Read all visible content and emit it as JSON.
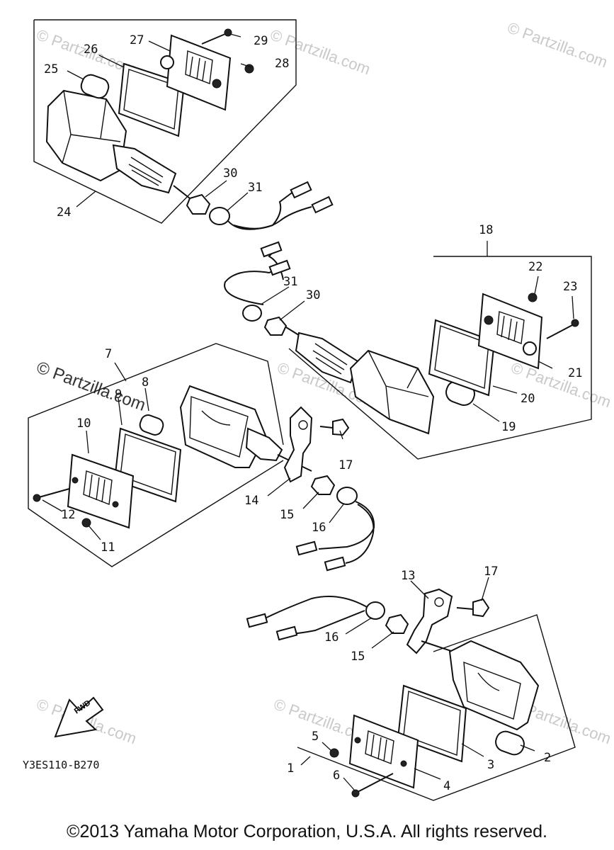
{
  "diagram": {
    "code": "Y3ES110-B270",
    "fwd_label": "FWD",
    "watermark": "© Partzilla.com",
    "copyright": "©2013 Yamaha Motor Corporation, U.S.A. All rights reserved.",
    "labels": {
      "p1": "1",
      "p2": "2",
      "p3": "3",
      "p4": "4",
      "p5": "5",
      "p6": "6",
      "p7": "7",
      "p8": "8",
      "p9": "9",
      "p10": "10",
      "p11": "11",
      "p12": "12",
      "p13": "13",
      "p14": "14",
      "p15a": "15",
      "p15b": "15",
      "p16a": "16",
      "p16b": "16",
      "p17a": "17",
      "p17b": "17",
      "p18": "18",
      "p19": "19",
      "p20": "20",
      "p21": "21",
      "p22": "22",
      "p23": "23",
      "p24": "24",
      "p25": "25",
      "p26": "26",
      "p27": "27",
      "p28": "28",
      "p29": "29",
      "p30a": "30",
      "p30b": "30",
      "p31a": "31",
      "p31b": "31"
    }
  }
}
